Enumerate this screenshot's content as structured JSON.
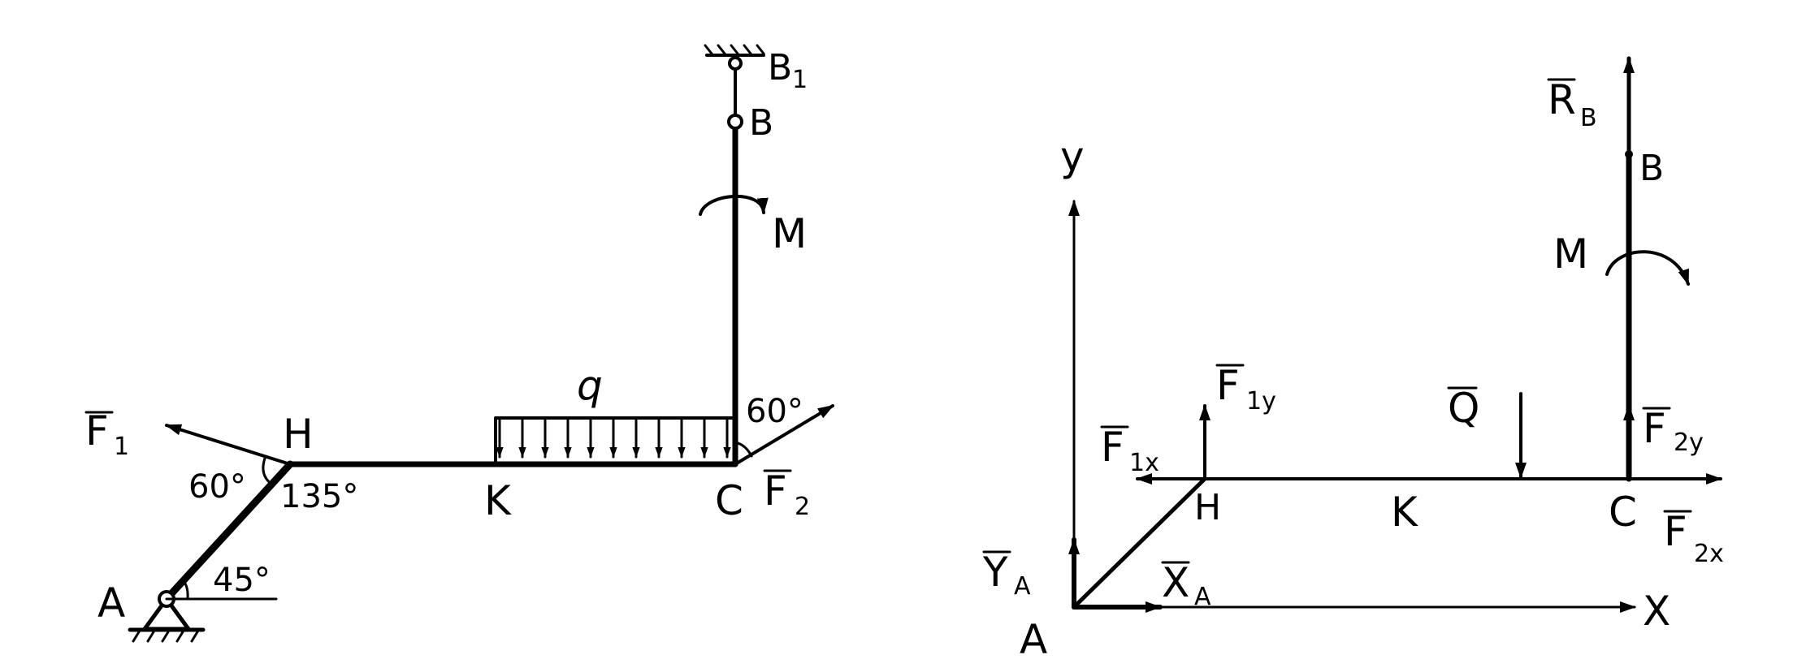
{
  "left_diagram": {
    "points": {
      "A": "A",
      "H": "H",
      "K": "K",
      "C": "C",
      "B": "B",
      "B1_main": "B",
      "B1_sub": "1"
    },
    "forces": {
      "F1_main": "F",
      "F1_sub": "1",
      "F2_main": "F",
      "F2_sub": "2"
    },
    "load": {
      "q": "q"
    },
    "moment": {
      "M": "M"
    },
    "angles": {
      "a60_left": "60°",
      "a135": "135°",
      "a45": "45°",
      "a60_c": "60°"
    }
  },
  "right_diagram": {
    "axes": {
      "y": "y",
      "x": "X"
    },
    "points": {
      "A": "A",
      "H": "H",
      "K": "K",
      "C": "C",
      "B": "B"
    },
    "reactions": {
      "RB_main": "R",
      "RB_sub": "B",
      "YA_main": "Y",
      "YA_sub": "A",
      "XA_main": "X",
      "XA_sub": "A"
    },
    "forces": {
      "F1x_main": "F",
      "F1x_sub": "1x",
      "F1y_main": "F",
      "F1y_sub": "1y",
      "F2y_main": "F",
      "F2y_sub": "2y",
      "F2x_main": "F",
      "F2x_sub": "2x",
      "Q": "Q"
    },
    "moment": {
      "M": "M"
    }
  }
}
